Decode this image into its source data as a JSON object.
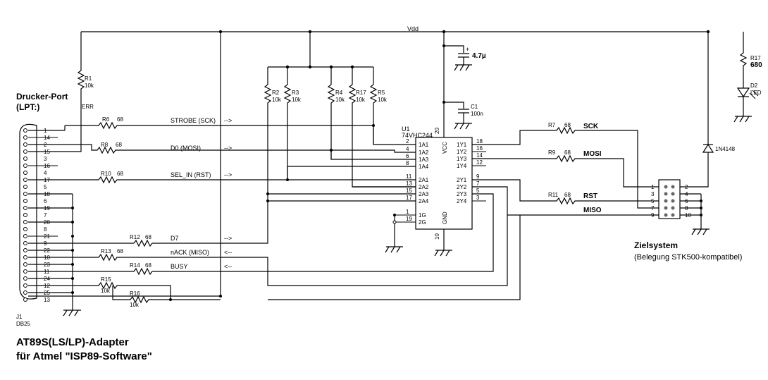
{
  "title": {
    "line1": "AT89S(LS/LP)-Adapter",
    "line2": "für Atmel \"ISP89-Software\""
  },
  "port": {
    "heading1": "Drucker-Port",
    "heading2": "(LPT:)",
    "ref": "J1",
    "type": "DB25",
    "err_label": "ERR",
    "pins": [
      "1",
      "14",
      "2",
      "15",
      "3",
      "16",
      "4",
      "17",
      "5",
      "18",
      "6",
      "19",
      "7",
      "20",
      "8",
      "21",
      "9",
      "22",
      "10",
      "23",
      "11",
      "24",
      "12",
      "25",
      "13"
    ]
  },
  "supply": {
    "vdd": "Vdd"
  },
  "resistors": {
    "R1": {
      "name": "R1",
      "value": "10k"
    },
    "R2": {
      "name": "R2",
      "value": "10k"
    },
    "R3": {
      "name": "R3",
      "value": "10k"
    },
    "R4": {
      "name": "R4",
      "value": "10k"
    },
    "R17a": {
      "name": "R17",
      "value": "10k"
    },
    "R5": {
      "name": "R5",
      "value": "10k"
    },
    "R6": {
      "name": "R6",
      "value": "68"
    },
    "R8": {
      "name": "R8",
      "value": "68"
    },
    "R10": {
      "name": "R10",
      "value": "68"
    },
    "R12": {
      "name": "R12",
      "value": "68"
    },
    "R13": {
      "name": "R13",
      "value": "68"
    },
    "R14": {
      "name": "R14",
      "value": "68"
    },
    "R15": {
      "name": "R15",
      "value": "10k"
    },
    "R16": {
      "name": "R16",
      "value": "10k"
    },
    "R7": {
      "name": "R7",
      "value": "68"
    },
    "R9": {
      "name": "R9",
      "value": "68"
    },
    "R11": {
      "name": "R11",
      "value": "68"
    },
    "R17b": {
      "name": "R17",
      "value": "680"
    }
  },
  "signals": {
    "strobe": "STROBE (SCK)",
    "d0": "D0 (MOSI)",
    "selin": "SEL_IN (RST)",
    "d7": "D7",
    "nack": "nACK (MISO)",
    "busy": "BUSY",
    "arrow_out": "-->",
    "arrow_in": "<--"
  },
  "ic": {
    "ref": "U1",
    "part": "74VHC244",
    "vcc": "VCC",
    "gnd": "GND",
    "pin_vcc": "20",
    "pin_gnd": "10",
    "left_pins": [
      {
        "num": "2",
        "name": "1A1"
      },
      {
        "num": "4",
        "name": "1A2"
      },
      {
        "num": "6",
        "name": "1A3"
      },
      {
        "num": "8",
        "name": "1A4"
      },
      {
        "num": "11",
        "name": "2A1"
      },
      {
        "num": "13",
        "name": "2A2"
      },
      {
        "num": "15",
        "name": "2A3"
      },
      {
        "num": "17",
        "name": "2A4"
      },
      {
        "num": "1",
        "name": "1G"
      },
      {
        "num": "19",
        "name": "2G"
      }
    ],
    "right_pins": [
      {
        "num": "18",
        "name": "1Y1"
      },
      {
        "num": "16",
        "name": "1Y2"
      },
      {
        "num": "14",
        "name": "1Y3"
      },
      {
        "num": "12",
        "name": "1Y4"
      },
      {
        "num": "9",
        "name": "2Y1"
      },
      {
        "num": "7",
        "name": "2Y2"
      },
      {
        "num": "5",
        "name": "2Y3"
      },
      {
        "num": "3",
        "name": "2Y4"
      }
    ]
  },
  "caps": {
    "C_tant": {
      "value": "4.7µ"
    },
    "C1": {
      "name": "C1",
      "value": "100n"
    }
  },
  "led": {
    "name": "D2",
    "type": "LED"
  },
  "diode": {
    "name": "1N4148"
  },
  "outputs": {
    "sck": "SCK",
    "mosi": "MOSI",
    "rst": "RST",
    "miso": "MISO"
  },
  "target": {
    "title": "Zielsystem",
    "subtitle": "(Belegung STK500-kompatibel)",
    "left_pins": [
      "1",
      "3",
      "5",
      "7",
      "9"
    ],
    "right_pins": [
      "2",
      "4",
      "6",
      "8",
      "10"
    ]
  }
}
